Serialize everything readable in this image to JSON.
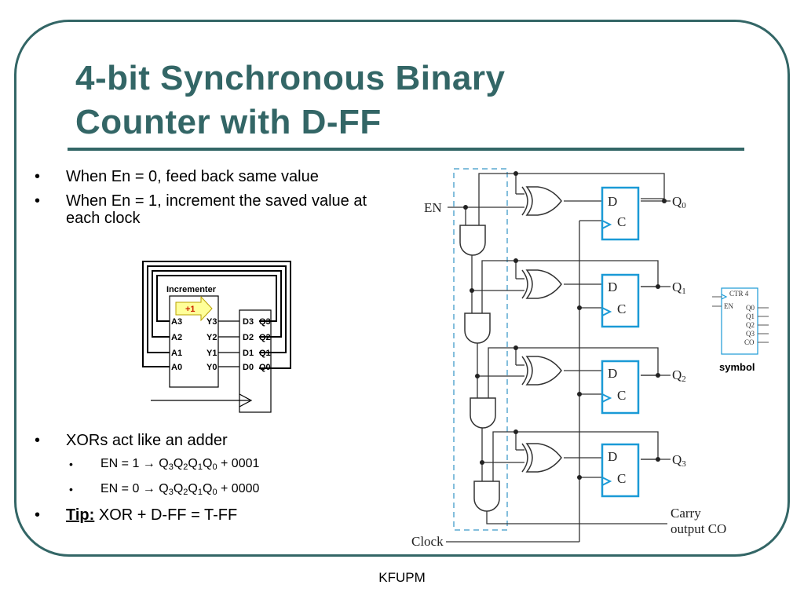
{
  "slide": {
    "title_line1": "4-bit Synchronous Binary",
    "title_line2": "Counter with D-FF",
    "footer": "KFUPM",
    "accent_color": "#336666",
    "ff_color": "#1a9ad6"
  },
  "bullets": [
    {
      "text": "When En = 0, feed back same value"
    },
    {
      "text": "When En = 1, increment the saved value at each clock"
    }
  ],
  "bullets2": {
    "xor": "XORs act like an adder",
    "sub1": {
      "pre": "EN = 1 → Q",
      "s3": "3",
      "q2": "Q",
      "s2": "2",
      "q1": "Q",
      "s1": "1",
      "q0": "Q",
      "s0": "0",
      "post": " + 0001"
    },
    "sub2": {
      "pre": "EN = 0 → Q",
      "s3": "3",
      "q2": "Q",
      "s2": "2",
      "q1": "Q",
      "s1": "1",
      "q0": "Q",
      "s0": "0",
      "post": " + 0000"
    },
    "tip_label": "Tip:",
    "tip_text": " XOR + D-FF = T-FF",
    "bullet_char": "•"
  },
  "incrementer": {
    "label": "Incrementer",
    "op": "+1",
    "inputs": [
      "A3",
      "A2",
      "A1",
      "A0"
    ],
    "outputs": [
      "Y3",
      "Y2",
      "Y1",
      "Y0"
    ],
    "reg_inputs": [
      "D3",
      "D2",
      "D1",
      "D0"
    ],
    "reg_outputs": [
      "Q3",
      "Q2",
      "Q1",
      "Q0"
    ]
  },
  "circuit": {
    "en_label": "EN",
    "clock_label": "Clock",
    "carry_label_1": "Carry",
    "carry_label_2": "output CO",
    "ff_d": "D",
    "ff_c": "C",
    "outputs": [
      {
        "q": "Q",
        "sub": "0"
      },
      {
        "q": "Q",
        "sub": "1"
      },
      {
        "q": "Q",
        "sub": "2"
      },
      {
        "q": "Q",
        "sub": "3"
      }
    ]
  },
  "symbol": {
    "name": "CTR 4",
    "en": "EN",
    "pins": [
      "Q0",
      "Q1",
      "Q2",
      "Q3",
      "CO"
    ],
    "caption": "symbol"
  }
}
